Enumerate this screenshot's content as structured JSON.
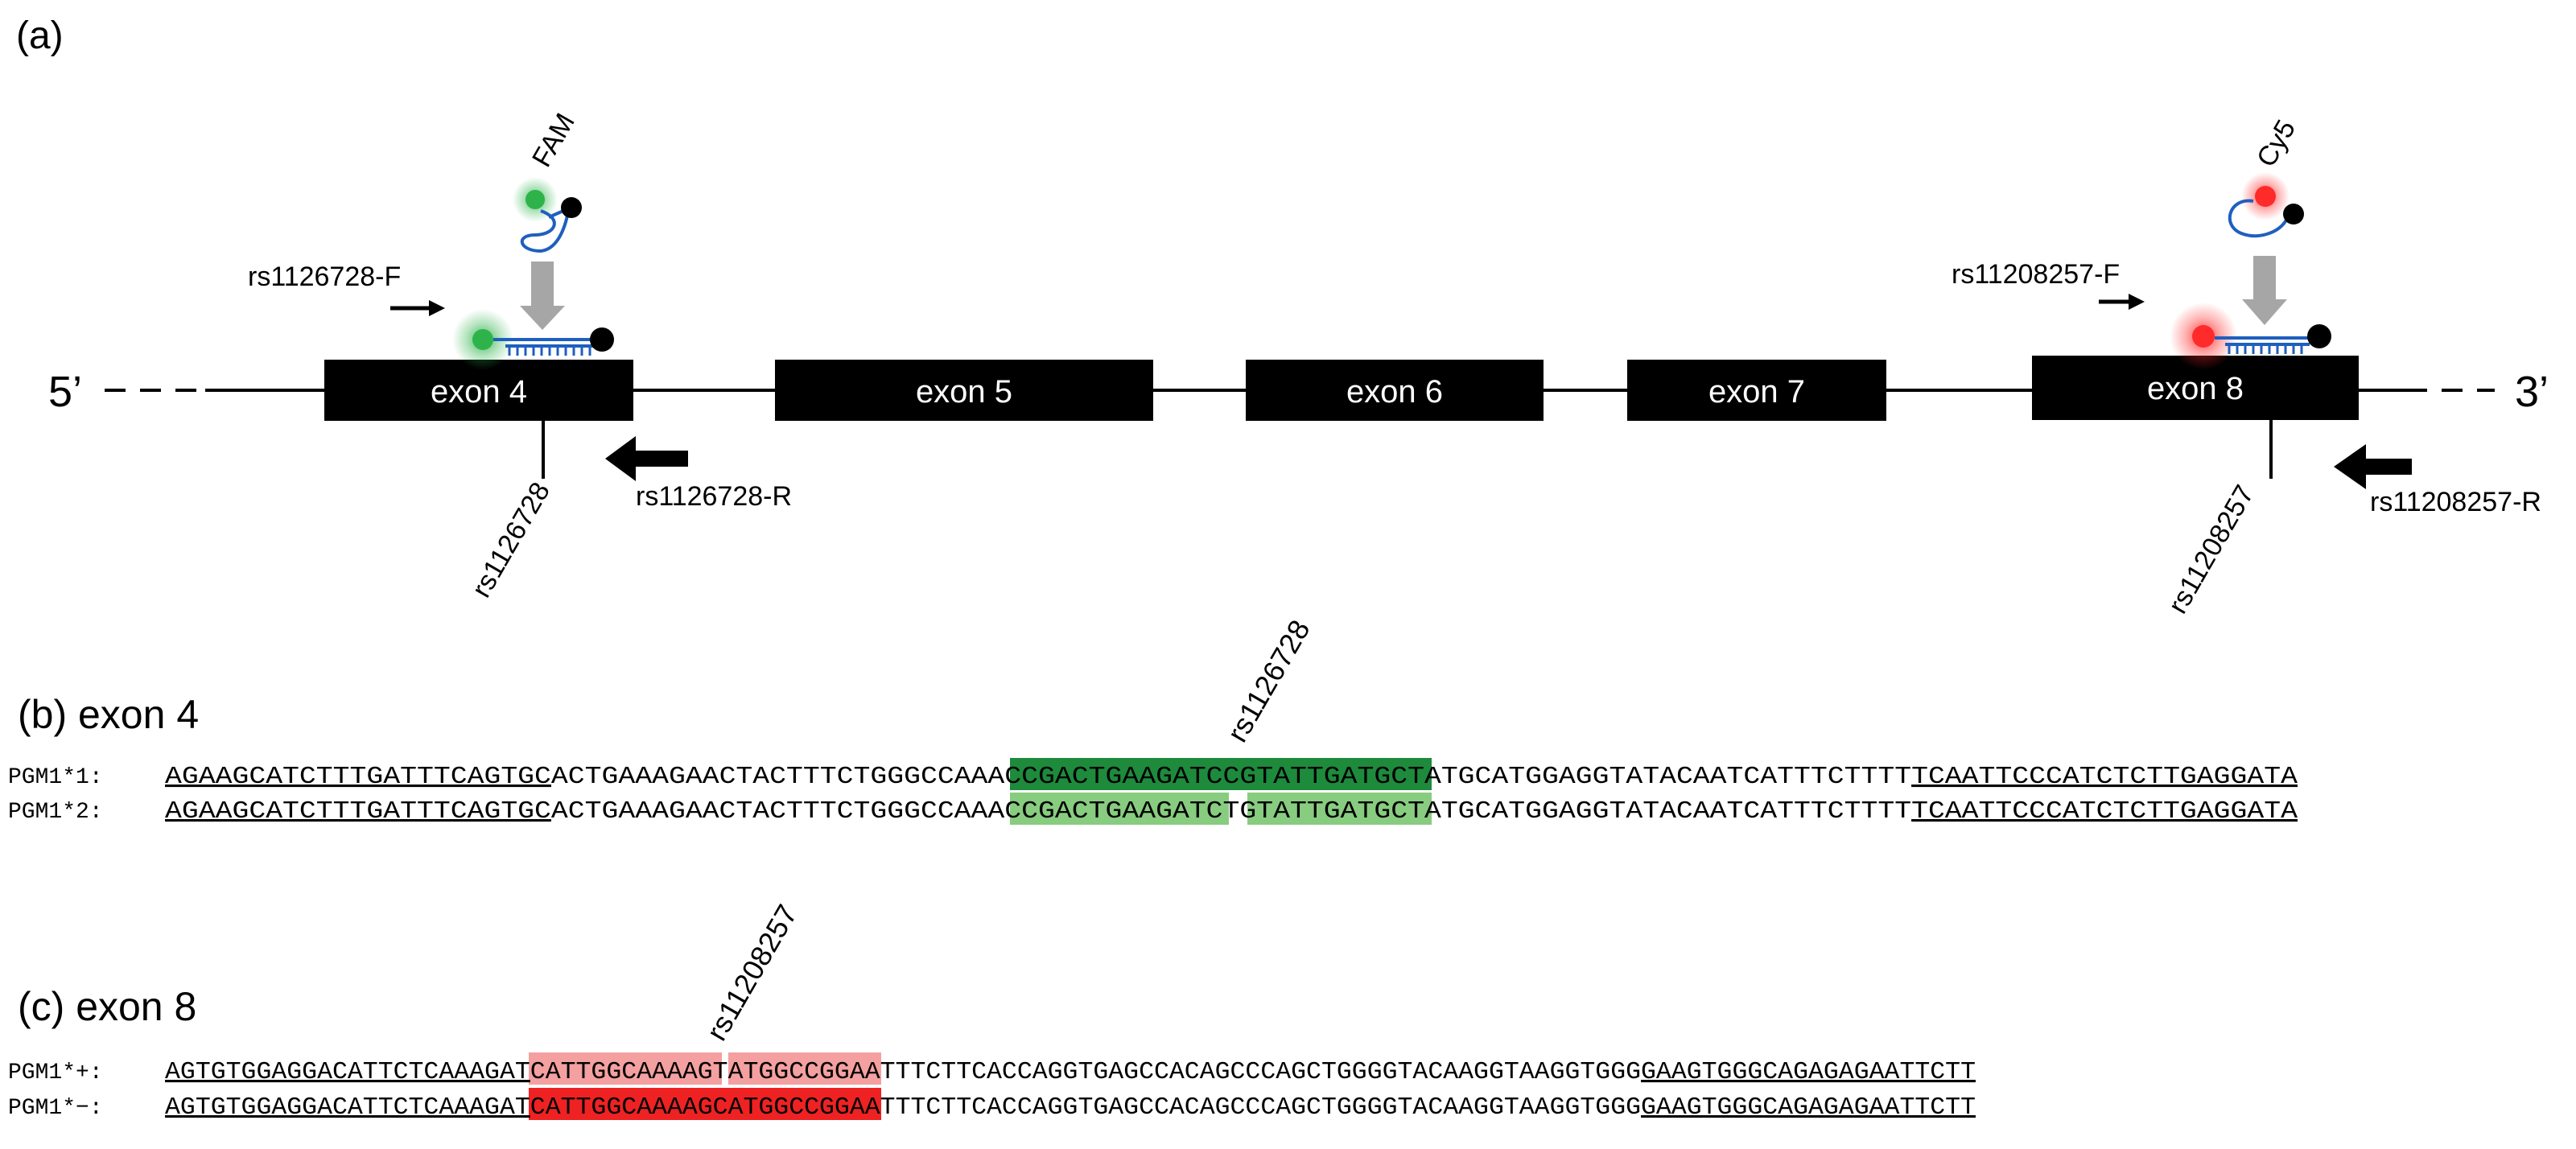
{
  "panel_a": {
    "label": "(a)",
    "five_prime": "5’",
    "three_prime": "3’",
    "exons": [
      "exon 4",
      "exon 5",
      "exon 6",
      "exon 7",
      "exon 8"
    ],
    "probe_left_dye": "FAM",
    "probe_right_dye": "Cy5",
    "primer_left_f": "rs1126728-F",
    "primer_left_r": "rs1126728-R",
    "snp_left": "rs1126728",
    "primer_right_f": "rs11208257-F",
    "primer_right_r": "rs11208257-R",
    "snp_right": "rs11208257",
    "colors": {
      "fam": "#2db34a",
      "cy5": "#ff2a2a",
      "probe_line": "#1f5fbf",
      "arrow_gray": "#a6a6a6",
      "quencher": "#000000"
    }
  },
  "panel_b": {
    "title": "(b) exon 4",
    "snp_label": "rs1126728",
    "colors": {
      "dark": "#1e8a3c",
      "light": "#88cc80"
    },
    "rows": [
      {
        "name": "PGM1*1:",
        "seg1": "AGAAGCATCTTTGATTTCAGTGC",
        "seg2": "ACTGAAAGAACTACTTTCTGGGCCAAA",
        "seg3": "CCGACTGAAGATCCGTATTGATGCT",
        "seg4": "ATGCATGGAGGTATACAATCATTTCTTTT",
        "seg5": "TCAATTCCCATCTCTTGAGGATA"
      },
      {
        "name": "PGM1*2:",
        "seg1": "AGAAGCATCTTTGATTTCAGTGC",
        "seg2": "ACTGAAAGAACTACTTTCTGGGCCAAA",
        "seg3a": "CCGACTGAAGATC",
        "seg3b": "T",
        "seg3c": "GTATTGATGCT",
        "seg4": "ATGCATGGAGGTATACAATCATTTCTTTT",
        "seg5": "TCAATTCCCATCTCTTGAGGATA"
      }
    ]
  },
  "panel_c": {
    "title": "(c) exon 8",
    "snp_label": "rs11208257",
    "colors": {
      "dark": "#ee2222",
      "light": "#f4a0a0"
    },
    "rows": [
      {
        "name": "PGM1*+:",
        "seg1": "AGTGTGGAGGACATTCTCAAAGAT",
        "seg2a": "CATTGGCAAAAGT",
        "seg2b": "ATGGCCGGAA",
        "seg3": "TTTCTTCACCAGGTGAGCCACAGCCCAGCTGGGGTACAAGGTAAGGTGGG",
        "seg4": "GAAGTGGGCAGAGAGAATTCTT"
      },
      {
        "name": "PGM1*−:",
        "seg1": "AGTGTGGAGGACATTCTCAAAGAT",
        "seg2": "CATTGGCAAAAGCATGGCCGGAA",
        "seg3": "TTTCTTCACCAGGTGAGCCACAGCCCAGCTGGGGTACAAGGTAAGGTGGG",
        "seg4": "GAAGTGGGCAGAGAGAATTCTT"
      }
    ]
  }
}
